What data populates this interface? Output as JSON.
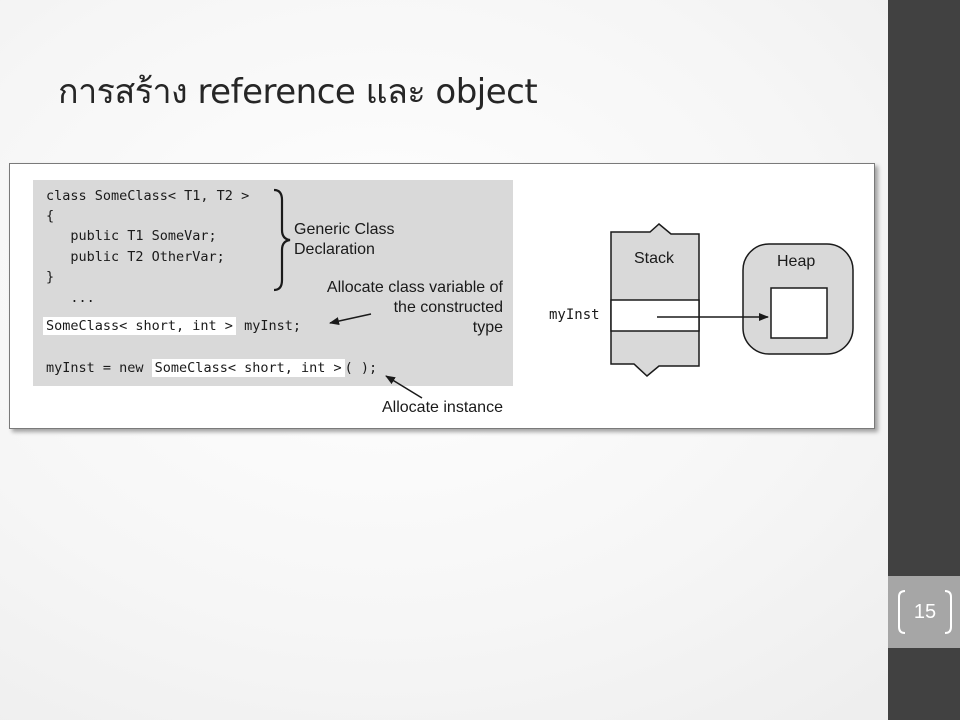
{
  "slide": {
    "title": "การสร้าง reference และ object",
    "page_number": "15"
  },
  "code": {
    "line1": "class SomeClass< T1, T2 >",
    "line2": "{",
    "line3": "   public T1 SomeVar;",
    "line4": "   public T2 OtherVar;",
    "line5": "}",
    "line6": "   ...",
    "decl_highlight": "SomeClass< short, int >",
    "decl_rest": " myInst;",
    "new_prefix": "myInst = new ",
    "new_highlight": "SomeClass< short, int >",
    "new_suffix": "( );"
  },
  "annotations": {
    "generic_class": "Generic Class\nDeclaration",
    "allocate_variable": "Allocate class variable of\nthe constructed\ntype",
    "allocate_instance": "Allocate instance"
  },
  "memory": {
    "stack_label": "Stack",
    "heap_label": "Heap",
    "variable_label": "myInst"
  },
  "colors": {
    "sidebar": "#414141",
    "page_number_band": "#a6a6a6",
    "code_background": "#d9d9d9",
    "diagram_fill": "#d9d9d9"
  }
}
